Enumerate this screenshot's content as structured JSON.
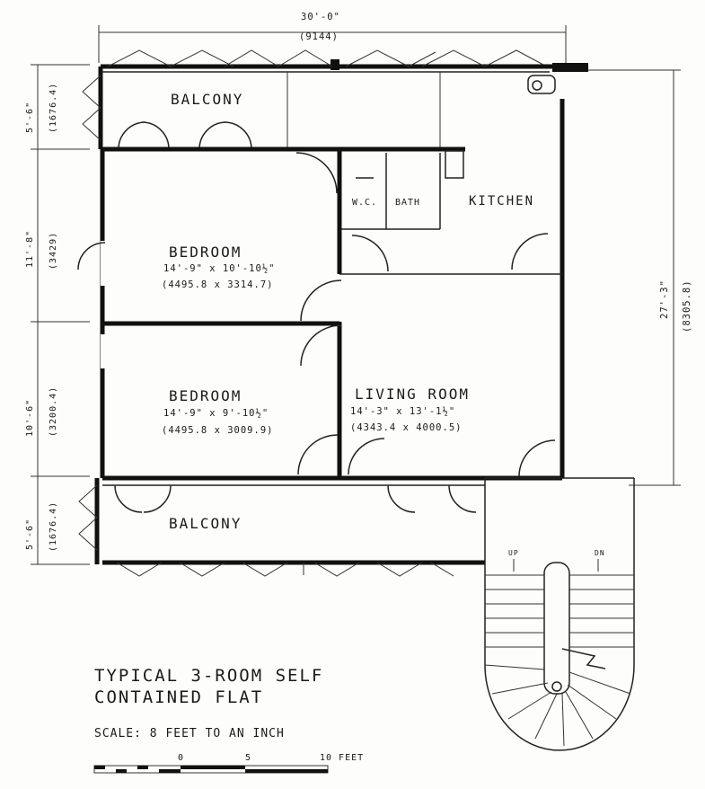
{
  "overall": {
    "width_label": "30'-0\"",
    "width_metric": "(9144)",
    "depth_label": "27'-3\"",
    "depth_metric": "(8305.8)"
  },
  "left_dims": [
    {
      "imperial": "5'-6\"",
      "metric": "(1676.4)"
    },
    {
      "imperial": "11'-8\"",
      "metric": "(3429)"
    },
    {
      "imperial": "10'-6\"",
      "metric": "(3200.4)"
    },
    {
      "imperial": "5'-6\"",
      "metric": "(1676.4)"
    }
  ],
  "rooms": {
    "balcony_top": "BALCONY",
    "balcony_bottom": "BALCONY",
    "bedroom1": {
      "name": "BEDROOM",
      "size": "14'-9\" x 10'-10½\"",
      "metric": "(4495.8 x 3314.7)"
    },
    "bedroom2": {
      "name": "BEDROOM",
      "size": "14'-9\" x 9'-10½\"",
      "metric": "(4495.8 x 3009.9)"
    },
    "living": {
      "name": "LIVING ROOM",
      "size": "14'-3\" x 13'-1½\"",
      "metric": "(4343.4 x 4000.5)"
    },
    "wc": "W.C.",
    "bath": "BATH",
    "kitchen": "KITCHEN"
  },
  "stair": {
    "up": "UP",
    "down": "DN"
  },
  "title": {
    "line1": "TYPICAL 3-ROOM SELF",
    "line2": "CONTAINED FLAT"
  },
  "scale": {
    "text": "SCALE: 8 FEET TO AN INCH",
    "tick0": "0",
    "tick5": "5",
    "tick10": "10 FEET"
  }
}
